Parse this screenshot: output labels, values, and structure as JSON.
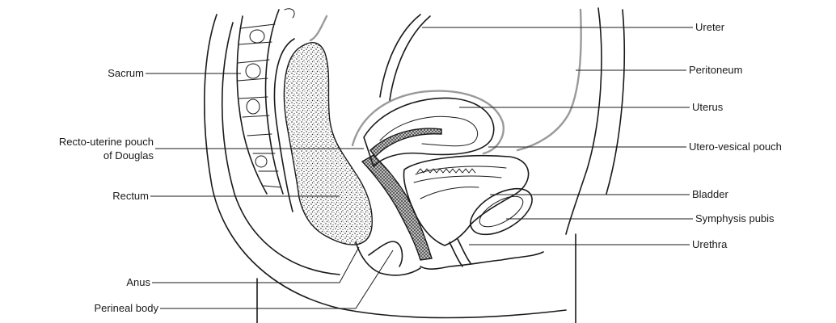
{
  "labels": {
    "sacrum": "Sacrum",
    "recto_uterine_1": "Recto-uterine pouch",
    "recto_uterine_2": "of Douglas",
    "rectum": "Rectum",
    "anus": "Anus",
    "perineal_body": "Perineal body",
    "ureter": "Ureter",
    "peritoneum": "Peritoneum",
    "uterus": "Uterus",
    "utero_vesical": "Utero-vesical pouch",
    "bladder": "Bladder",
    "symphysis_pubis": "Symphysis pubis",
    "urethra": "Urethra"
  },
  "colors": {
    "ink": "#1a1a1a",
    "peritoneum_line": "#9a9a9a",
    "stipple": "#2b2b2b",
    "background": "#ffffff"
  }
}
